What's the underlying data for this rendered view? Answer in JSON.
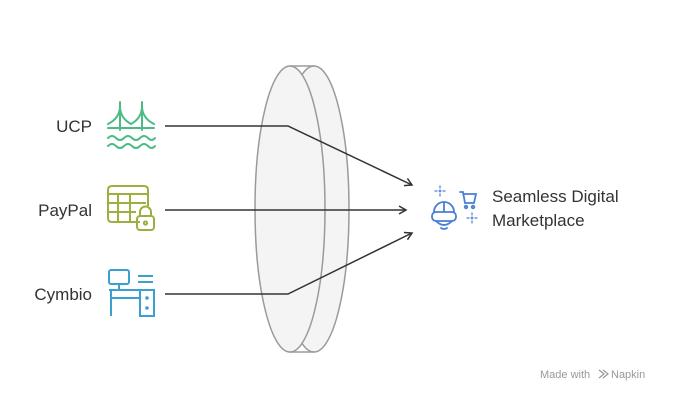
{
  "inputs": [
    {
      "label": "UCP",
      "icon": "bridge-icon",
      "color": "#4dbb85"
    },
    {
      "label": "PayPal",
      "icon": "spreadsheet-lock-icon",
      "color": "#9cb040"
    },
    {
      "label": "Cymbio",
      "icon": "desk-computer-icon",
      "color": "#3aa0cf"
    }
  ],
  "output": {
    "line1": "Seamless Digital",
    "line2": "Marketplace",
    "icon": "vr-shopping-cart-icon",
    "color": "#4a7fd4"
  },
  "watermark": {
    "prefix": "Made with",
    "brand": "Napkin"
  }
}
